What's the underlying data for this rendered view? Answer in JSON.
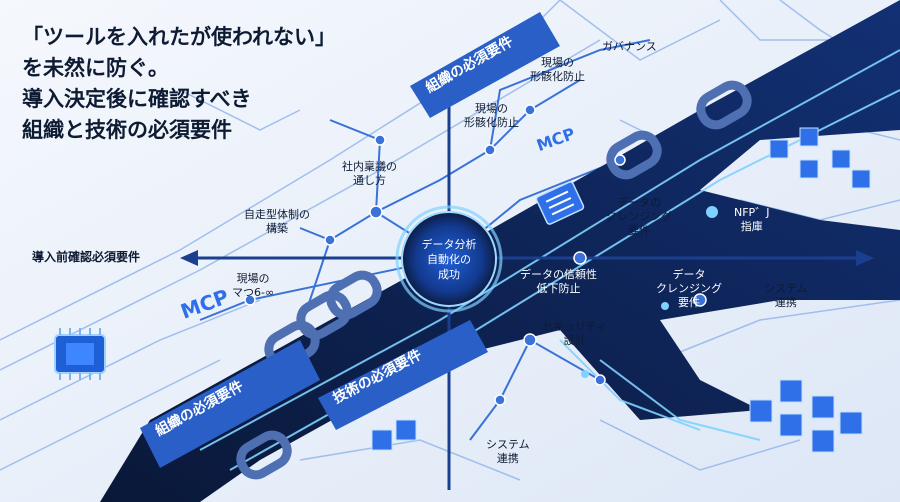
{
  "title": {
    "line1": "「ツールを入れたが使われない」",
    "line2": "を未然に防ぐ。",
    "line3": "導入決定後に確認すべき",
    "line4": "組織と技術の必須要件"
  },
  "hub": {
    "line1": "データ分析",
    "line2": "自動化の",
    "line3": "成功"
  },
  "bands": {
    "org_top": "組織の必須要件",
    "tech": "技術の必須要件",
    "org_bottom": "組織の必須要件"
  },
  "left_arrow_label": "導入前確認必須要件",
  "mcp_labels": [
    "MCP",
    "MCP"
  ],
  "nodes": {
    "governance": "ガバナンス",
    "genba_top_1": "現場の",
    "genba_top_2": "形骸化防止",
    "genba_mid_1": "現場の",
    "genba_mid_2": "形骸化防止",
    "internal_1": "社内稟議の",
    "internal_2": "通し方",
    "selfrun_1": "自走型体制の",
    "selfrun_2": "構築",
    "genba_low_1": "現場の",
    "genba_low_2": "マつ6-∞",
    "cleansing_top_1": "データの",
    "cleansing_top_2": "クレンジング",
    "cleansing_top_3": "要件",
    "nfp_1": "NFP゛J",
    "nfp_2": "指庫",
    "reliability_1": "データの信頼性",
    "reliability_2": "低下防止",
    "cleansing_mid_1": "データ",
    "cleansing_mid_2": "クレンジング",
    "cleansing_mid_3": "要件",
    "system_right_1": "システム",
    "system_right_2": "連携",
    "security_1": "セキュリティ",
    "security_2": "設計",
    "system_bottom_1": "システム",
    "system_bottom_2": "連携"
  },
  "colors": {
    "background": "#eef3fb",
    "dark_band": "#0b1d45",
    "accent_blue": "#2f6fe8",
    "glow": "#7fd2ff",
    "text": "#0d1b33"
  }
}
